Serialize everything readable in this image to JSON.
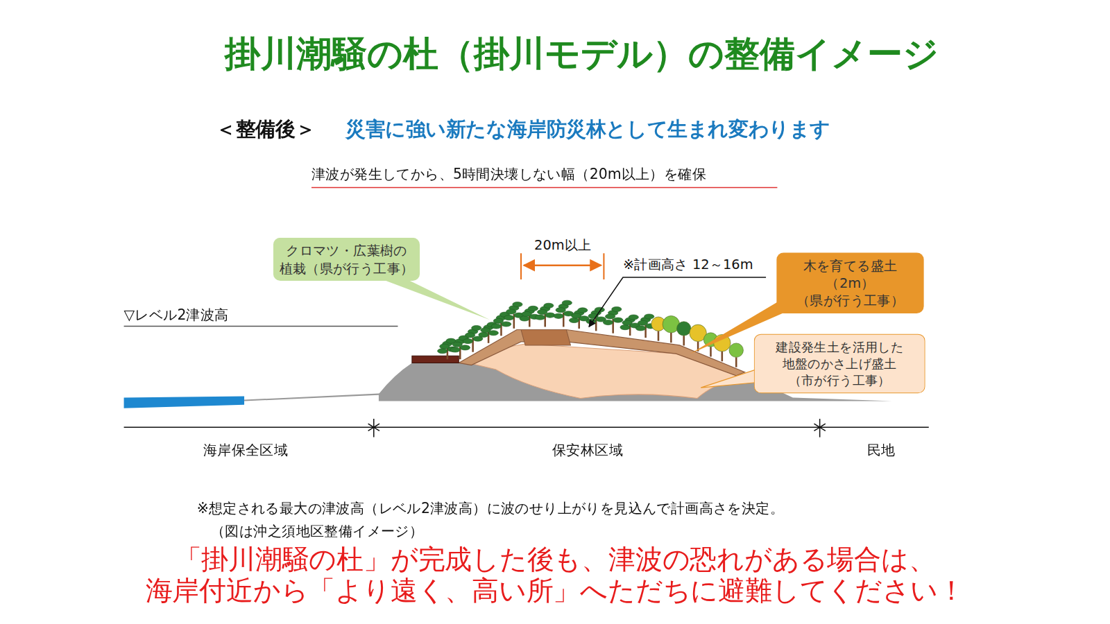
{
  "diagram": {
    "title": "掛川潮騒の杜（掛川モデル）の整備イメージ",
    "caption": "「掛川潮騒の杜」が完成した後も、津波の恐れがある場合は、 海岸付近から「より遠く、高い所」へただちに避難してください！",
    "nodes": [
      {
        "text": [
          "クロマツ・広葉樹の 植栽（県が行う工事）"
        ]
      },
      {
        "text": [
          "木を育てる盛土 （2m） （県が行う工事）"
        ]
      },
      {
        "text": [
          "建設発生土を活用した 地盤のかさ上げ盛土 （市が行う工事）"
        ]
      }
    ],
    "labels": [
      "＜整備後＞",
      "災害に強い新たな海岸防災林として生まれ変わります",
      "津波が発生してから、5時間決壊しない幅（20m以上）を確保",
      "20m以上",
      "※計画高さ 12～16m",
      "▽レベル2津波高",
      "海岸保全区域",
      "保安林区域",
      "民地",
      "※想定される最大の津波高（レベル2津波高）に波のせり上がりを見込んで計画高さを決定。",
      "（図は沖之須地区整備イメージ）"
    ]
  }
}
